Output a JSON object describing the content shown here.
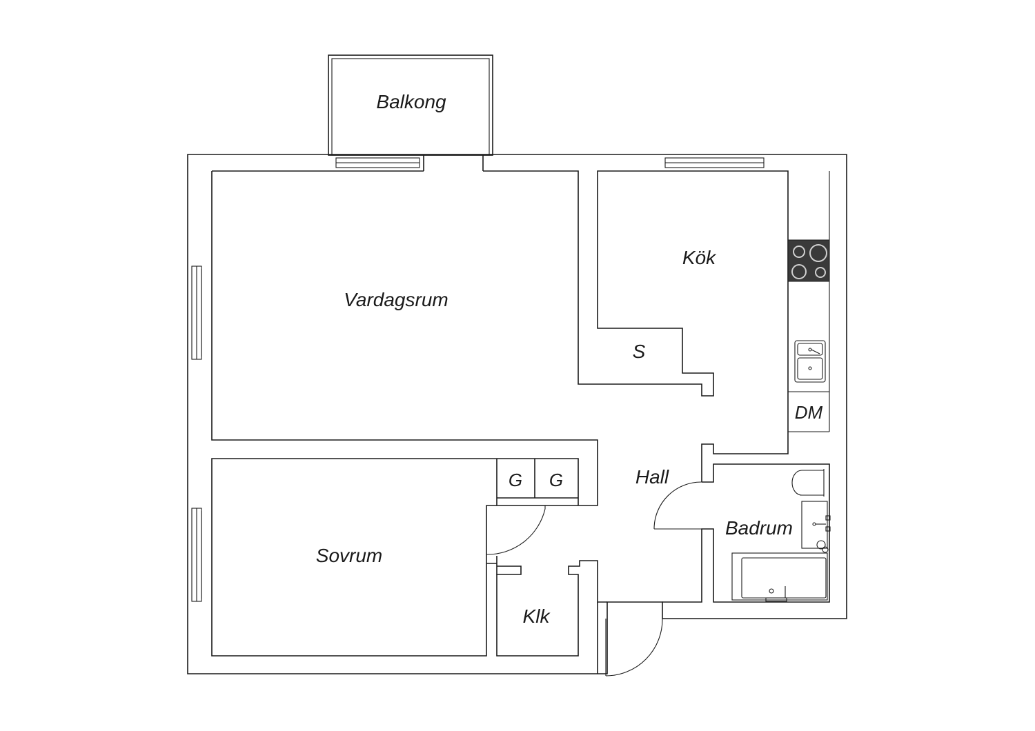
{
  "rooms": {
    "balkong": "Balkong",
    "vardagsrum": "Vardagsrum",
    "kok": "Kök",
    "skafferi": "S",
    "diskmaskin": "DM",
    "hall": "Hall",
    "garderob_1": "G",
    "garderob_2": "G",
    "sovrum": "Sovrum",
    "badrum": "Badrum",
    "klk": "Klk"
  },
  "colors": {
    "line": "#1a1a1a",
    "stove": "#3a3a3a",
    "background": "#ffffff"
  }
}
